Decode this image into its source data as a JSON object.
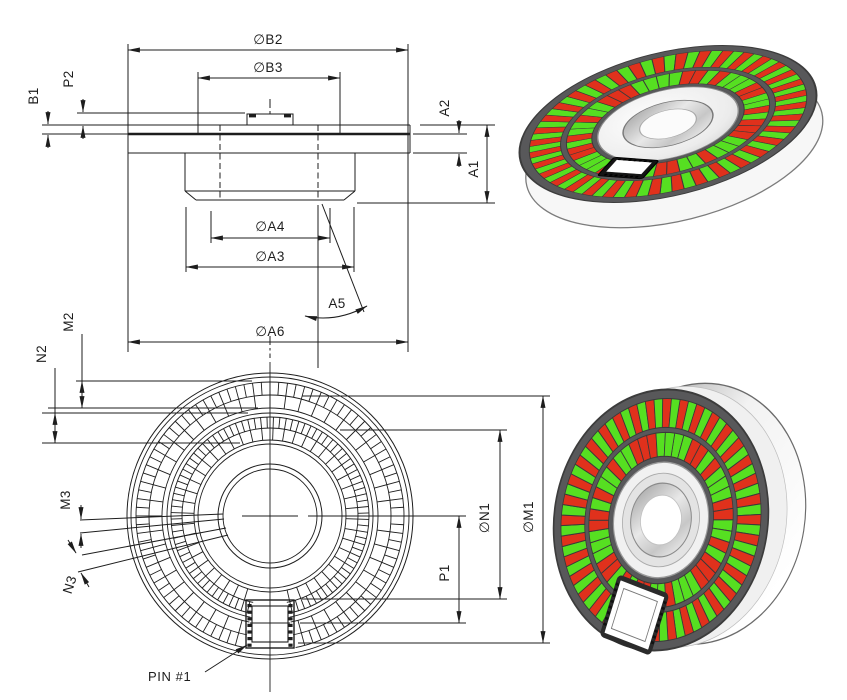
{
  "drawing": {
    "kind": "encoder-disc-technical-drawing",
    "labels": {
      "b2": "∅B2",
      "b3": "∅B3",
      "b1": "B1",
      "p2": "P2",
      "a2": "A2",
      "a1": "A1",
      "a4": "∅A4",
      "a3": "∅A3",
      "a5": "A5",
      "a6": "∅A6",
      "m2": "M2",
      "n2": "N2",
      "m3": "M3",
      "n3": "N3",
      "p1": "P1",
      "n1": "∅N1",
      "m1": "∅M1",
      "pin1": "PIN #1"
    },
    "colors": {
      "line": "#1d1d1d",
      "red": "#e0311c",
      "green": "#56df21",
      "segment_outline": "#3a3a3a",
      "rim": "#58585a",
      "body": "#f4f4f4"
    },
    "tracks": {
      "outer": {
        "type": "alternating",
        "segments": 72
      },
      "inner": {
        "type": "bits",
        "bits": "110010111001101000111011001010011100101101100011"
      }
    },
    "front_view": {
      "divisions": 48
    }
  }
}
